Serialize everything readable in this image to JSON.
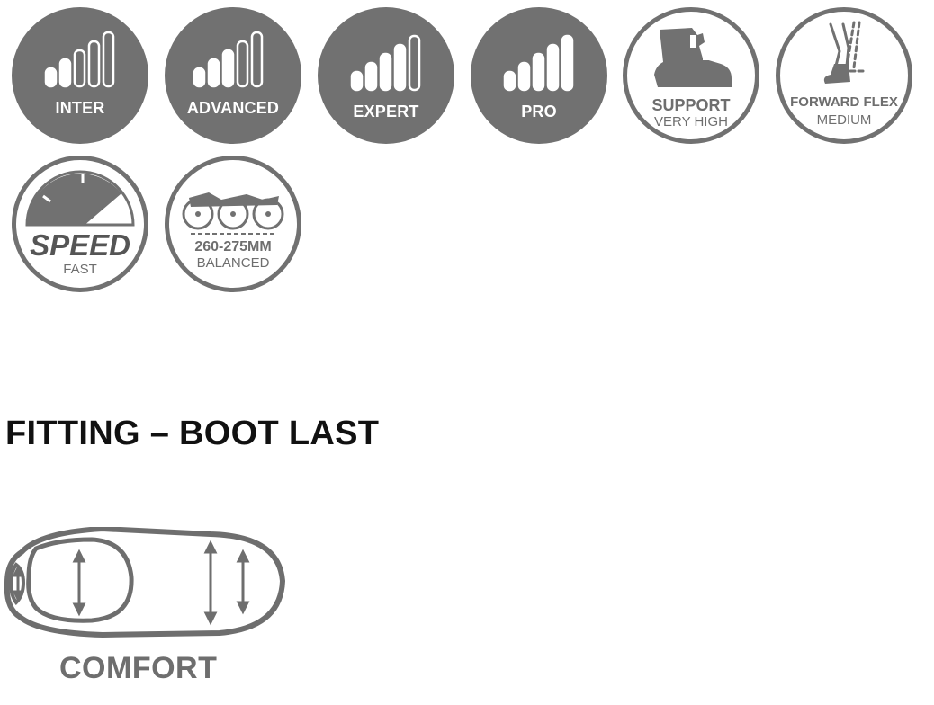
{
  "colors": {
    "badge_grey": "#717171",
    "heading": "#111111",
    "white": "#ffffff"
  },
  "badges": {
    "inter": {
      "label": "INTER",
      "icon": "signal-bars-icon",
      "level": 2
    },
    "advanced": {
      "label": "ADVANCED",
      "icon": "signal-bars-icon",
      "level": 3
    },
    "expert": {
      "label": "EXPERT",
      "icon": "signal-bars-icon",
      "level": 4
    },
    "pro": {
      "label": "PRO",
      "icon": "signal-bars-icon",
      "level": 5
    },
    "support": {
      "title": "SUPPORT",
      "value": "VERY HIGH",
      "icon": "boot-icon"
    },
    "forward_flex": {
      "title": "FORWARD FLEX",
      "value": "MEDIUM",
      "icon": "leg-flex-icon"
    },
    "speed": {
      "title": "SPEED",
      "value": "FAST",
      "icon": "speedometer-icon"
    },
    "frame": {
      "title": "260-275MM",
      "value": "BALANCED",
      "icon": "frame-wheels-icon"
    }
  },
  "fitting": {
    "heading": "FITTING – BOOT LAST",
    "last_label": "COMFORT",
    "icon": "foot-last-icon"
  }
}
